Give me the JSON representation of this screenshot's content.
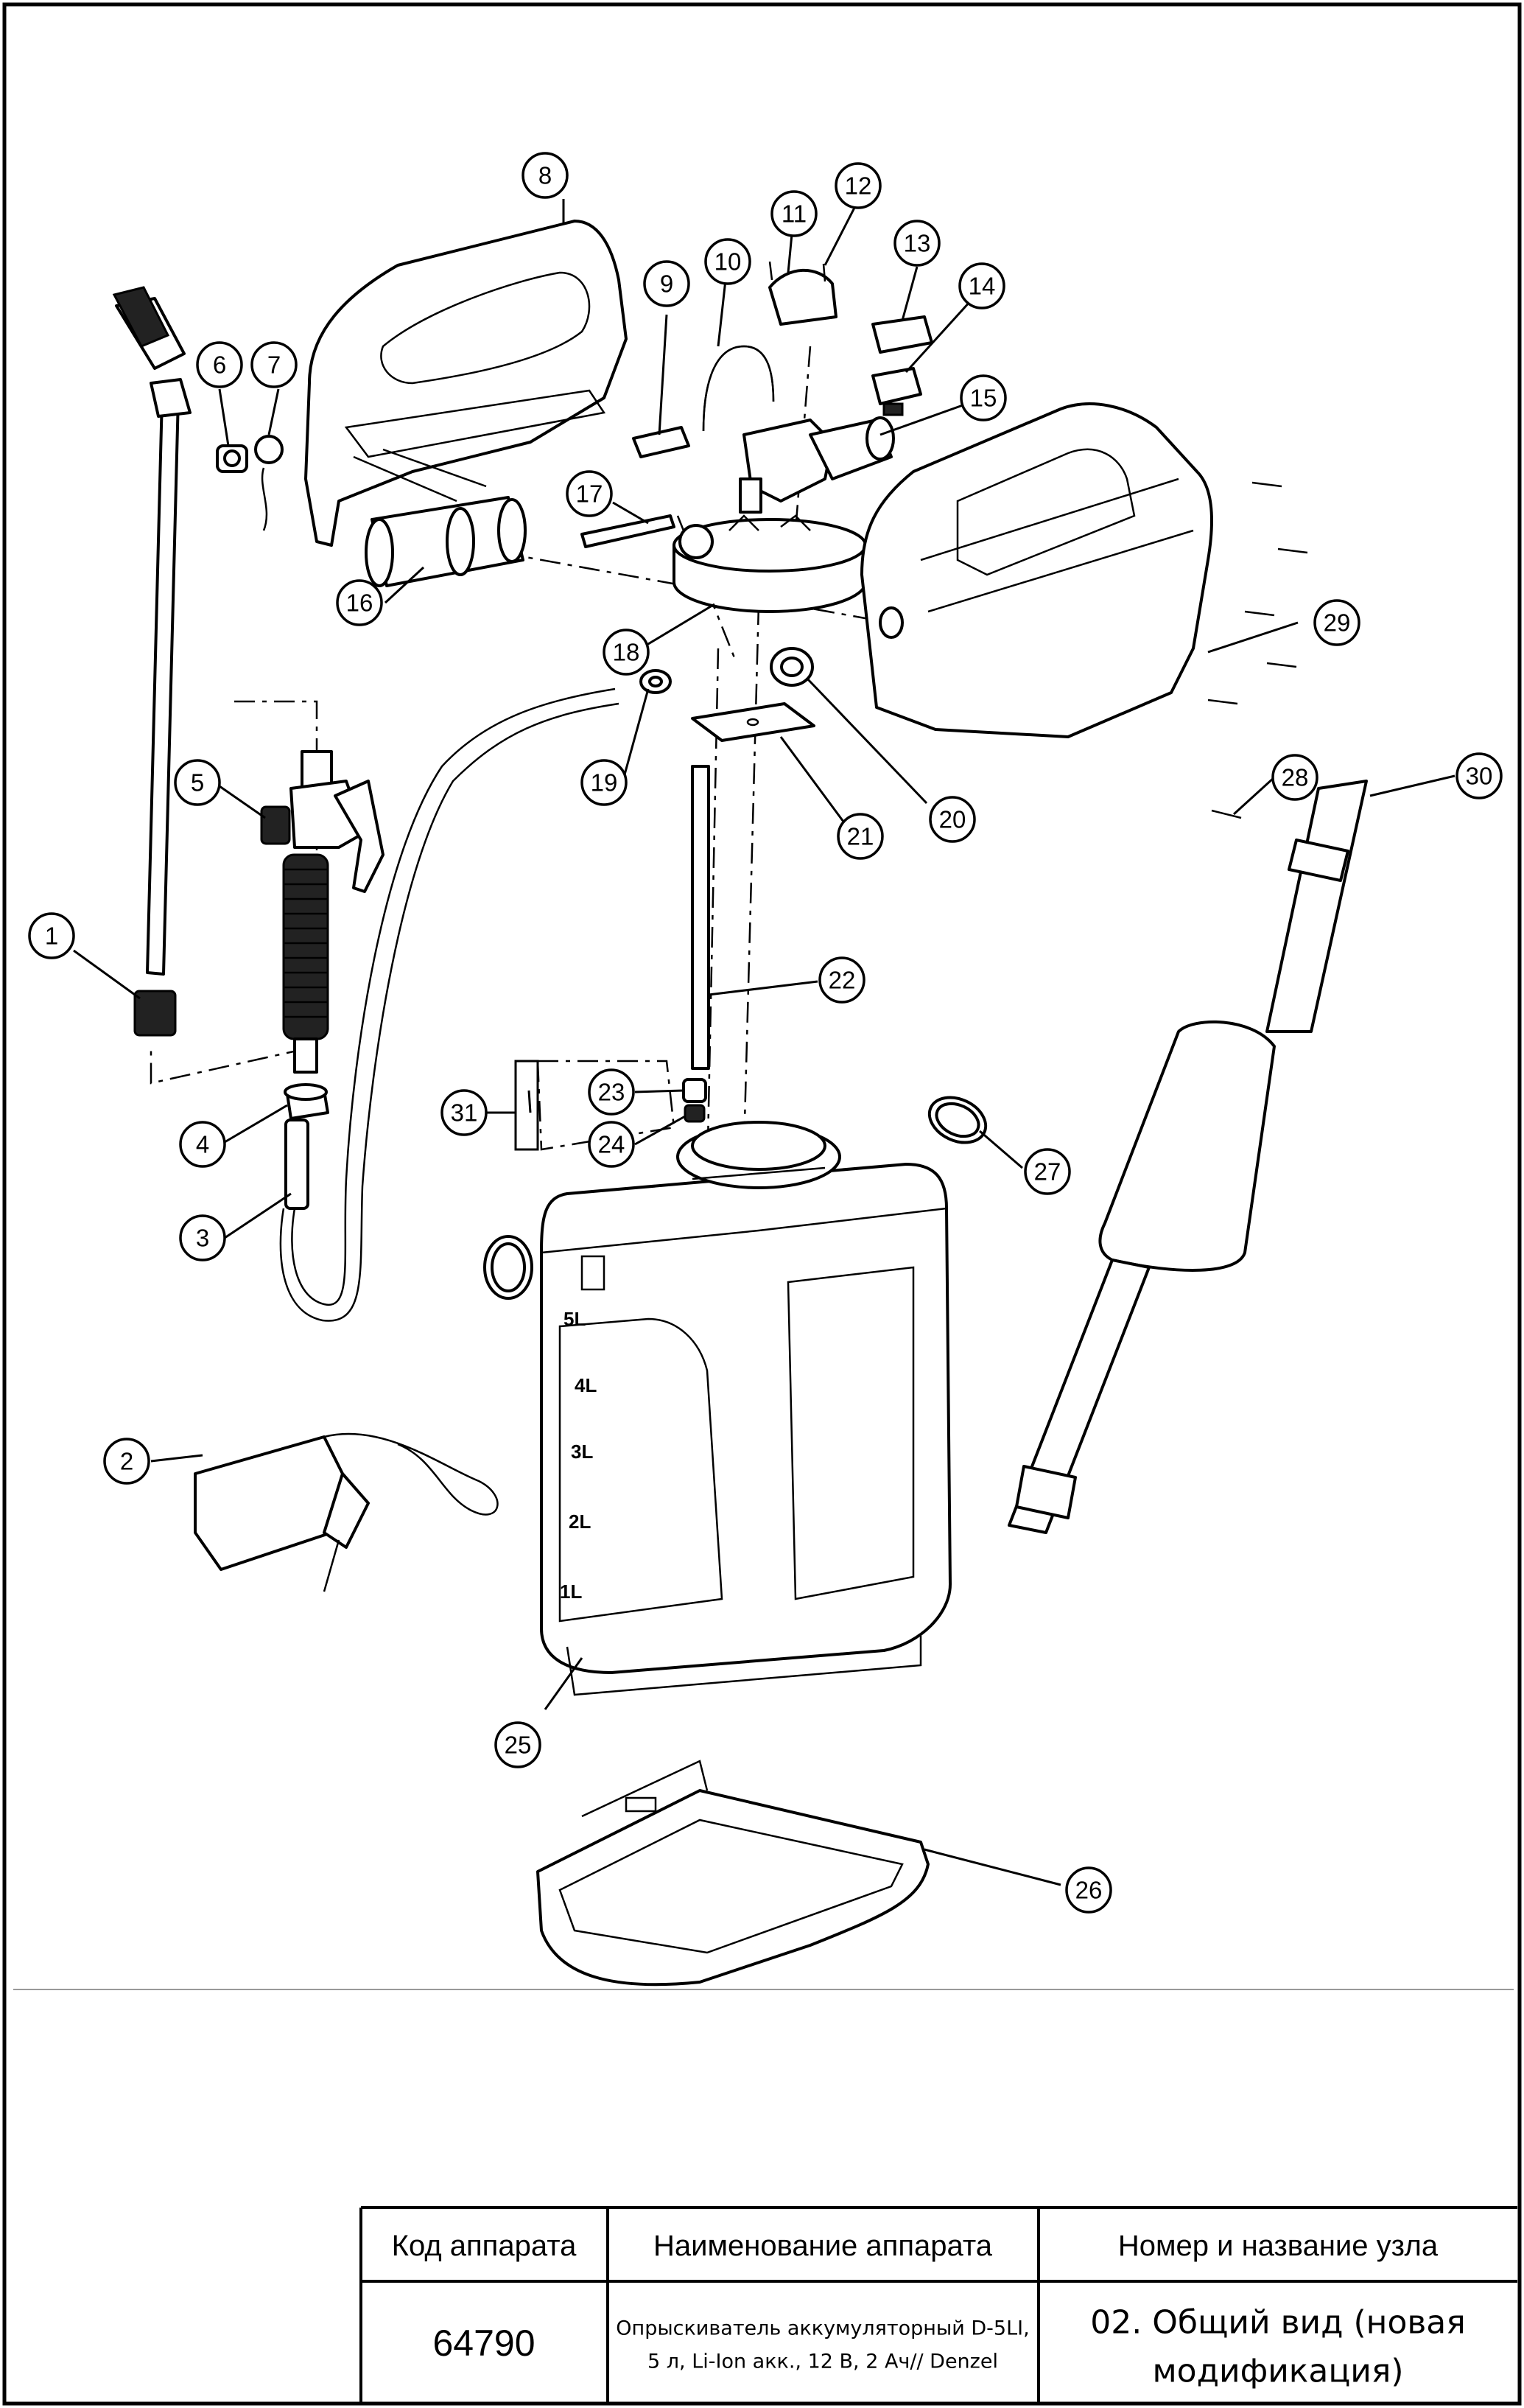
{
  "diagram": {
    "callouts": [
      "1",
      "2",
      "3",
      "4",
      "5",
      "6",
      "7",
      "8",
      "9",
      "10",
      "11",
      "12",
      "13",
      "14",
      "15",
      "16",
      "17",
      "18",
      "19",
      "20",
      "21",
      "22",
      "23",
      "24",
      "25",
      "26",
      "27",
      "28",
      "29",
      "30",
      "31"
    ],
    "tank_scale": [
      "5L",
      "4L",
      "3L",
      "2L",
      "1L"
    ]
  },
  "title_block": {
    "headers": {
      "code": "Код аппарата",
      "name": "Наименование аппарата",
      "node": "Номер и название узла"
    },
    "values": {
      "code": "64790",
      "name_line1": "Опрыскиватель аккумуляторный D-5LI,",
      "name_line2": "5 л, Li-Ion акк., 12 В, 2 Ач// Denzel",
      "node_line1": "02. Общий вид (новая",
      "node_line2": "модификация)"
    }
  }
}
